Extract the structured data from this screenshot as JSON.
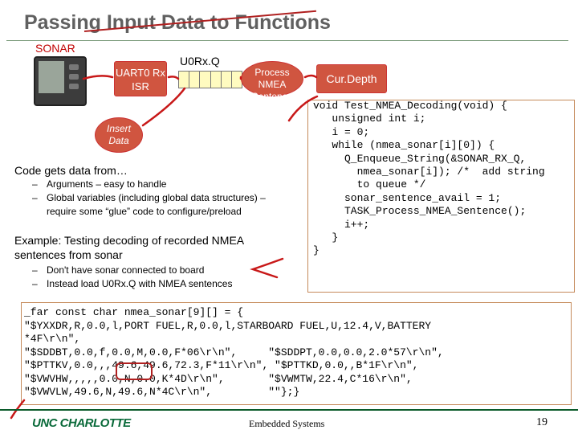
{
  "slide": {
    "title": "Passing Input Data to Functions",
    "page_number": "19",
    "footer_text": "Embedded Systems",
    "footer_logo_text": "UNC CHARLOTTE"
  },
  "diagram": {
    "sonar_label": "SONAR",
    "uart_label": "UART0 Rx ISR",
    "queue_label": "U0Rx.Q",
    "process_label": "Process NMEA Sentence",
    "curdepth_label": "Cur.Depth",
    "insert_label": "Insert Data"
  },
  "bullets": {
    "b1": "Code gets data from…",
    "b1_subs": [
      "Arguments – easy to handle",
      "Global variables (including global data structures) – require some “glue” code to configure/preload"
    ],
    "b2": "Example: Testing decoding of recorded NMEA sentences from sonar",
    "b2_subs": [
      "Don't have sonar connected to board",
      "Instead load U0Rx.Q with NMEA sentences"
    ],
    "dash": "–"
  },
  "code": {
    "function": "void Test_NMEA_Decoding(void) {\n   unsigned int i;\n   i = 0;\n   while (nmea_sonar[i][0]) {\n     Q_Enqueue_String(&SONAR_RX_Q,\n       nmea_sonar[i]); /*  add string\n       to queue */\n     sonar_sentence_avail = 1;\n     TASK_Process_NMEA_Sentence();\n     i++;\n   }\n}",
    "data": "_far const char nmea_sonar[9][] = {\n\"$YXXDR,R,0.0,l,PORT FUEL,R,0.0,l,STARBOARD FUEL,U,12.4,V,BATTERY\n*4F\\r\\n\",\n\"$SDDBT,0.0,f,0.0,M,0.0,F*06\\r\\n\",     \"$SDDPT,0.0,0.0,2.0*57\\r\\n\",\n\"$PTTKV,0.0,,,49.6,49.6,72.3,F*11\\r\\n\", \"$PTTKD,0.0,,B*1F\\r\\n\",\n\"$VWVHW,,,,,0.0,N,0.0,K*4D\\r\\n\",       \"$VWMTW,22.4,C*16\\r\\n\",\n\"$VWVLW,49.6,N,49.6,N*4C\\r\\n\",         \"\"};}"
  }
}
